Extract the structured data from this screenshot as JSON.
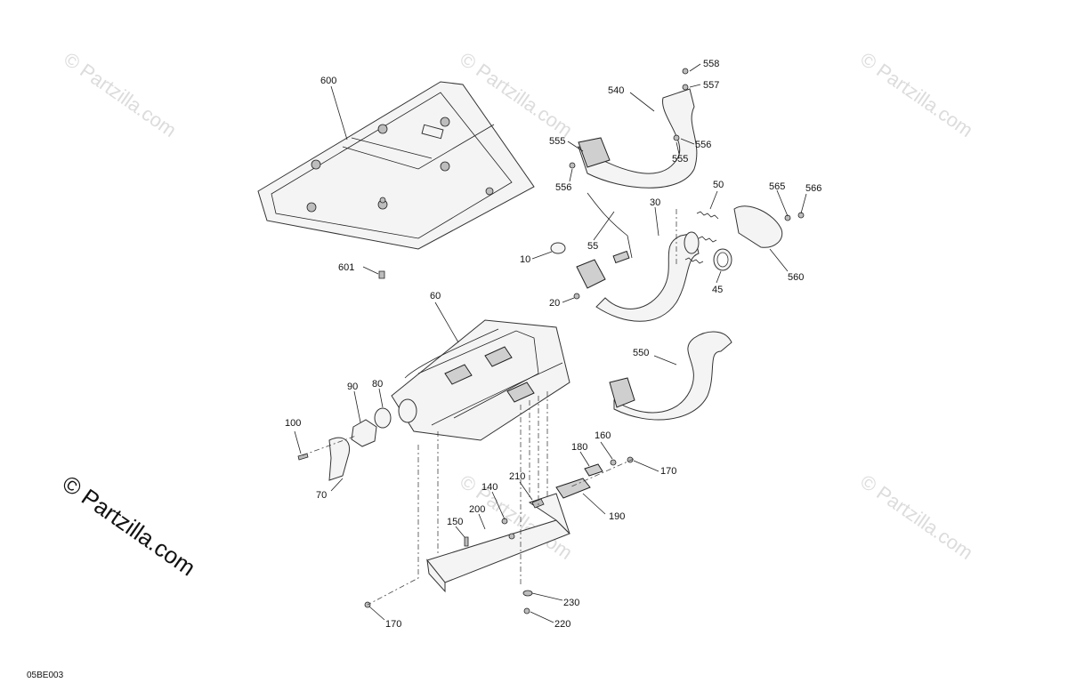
{
  "watermarks": {
    "small": "© Partzilla.com",
    "large": "© Partzilla.com"
  },
  "diagram_code": "05BE003",
  "callouts": {
    "c600": "600",
    "c601": "601",
    "c540": "540",
    "c558": "558",
    "c557": "557",
    "c555a": "555",
    "c556a": "556",
    "c555b": "555",
    "c556b": "556",
    "c50": "50",
    "c565": "565",
    "c566": "566",
    "c30": "30",
    "c55": "55",
    "c10": "10",
    "c45": "45",
    "c560": "560",
    "c20": "20",
    "c60": "60",
    "c550": "550",
    "c90": "90",
    "c80": "80",
    "c100": "100",
    "c160": "160",
    "c180": "180",
    "c170a": "170",
    "c70": "70",
    "c210": "210",
    "c140": "140",
    "c200": "200",
    "c190": "190",
    "c150": "150",
    "c230": "230",
    "c220": "220",
    "c170b": "170"
  },
  "colors": {
    "line": "#222222",
    "fill": "#f4f4f4",
    "watermark": "#dcdcdc"
  }
}
